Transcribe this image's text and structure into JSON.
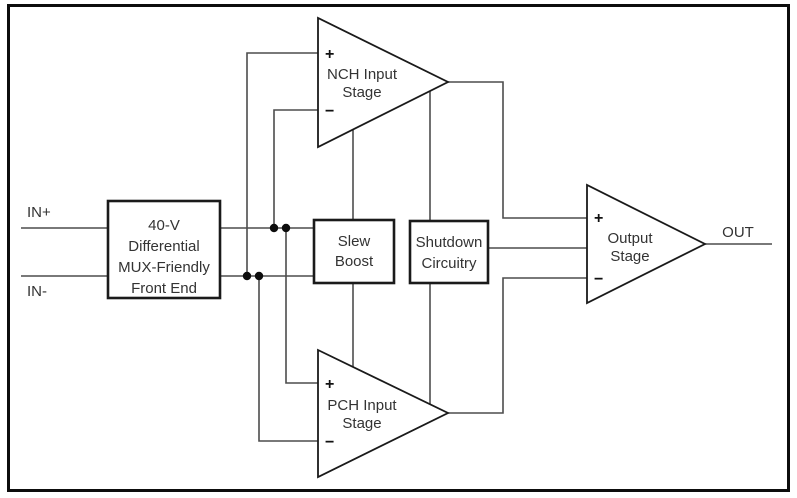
{
  "colors": {
    "background": "#ffffff",
    "wire": "#4d4d4d",
    "outline": "#1a1a1a",
    "text": "#333333"
  },
  "labels": {
    "in_plus": "IN+",
    "in_minus": "IN-",
    "out": "OUT",
    "plus": "+",
    "minus": "−"
  },
  "blocks": {
    "front_end": {
      "lines": [
        "40-V",
        "Differential",
        "MUX-Friendly",
        "Front End"
      ]
    },
    "slew_boost": {
      "lines": [
        "Slew",
        "Boost"
      ]
    },
    "shutdown_circuitry": {
      "lines": [
        "Shutdown",
        "Circuitry"
      ]
    },
    "nch_input_stage": {
      "lines": [
        "NCH Input",
        "Stage"
      ]
    },
    "pch_input_stage": {
      "lines": [
        "PCH Input",
        "Stage"
      ]
    },
    "output_stage": {
      "lines": [
        "Output",
        "Stage"
      ]
    }
  }
}
